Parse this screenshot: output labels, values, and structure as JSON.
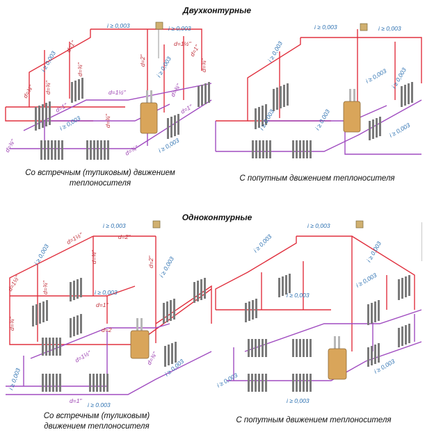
{
  "headings": {
    "double": "Двухконтурные",
    "single": "Одноконтурные"
  },
  "captions": {
    "tl_line1": "Со встречным (тупиковым) движением",
    "tl_line2": "теплоносителя",
    "tr": "С попутным движением теплоносителя",
    "bl_line1": "Со встречным (туликовым)",
    "bl_line2": "движением теплоносителя",
    "br": "С попутным движением теплоносителя"
  },
  "labels": {
    "slope": "i ≥ 0,003",
    "d1": "d=1\"",
    "d34": "d=¾\"",
    "d112": "d=1½\"",
    "d2": "d=2\"",
    "d2b": "d=2"
  },
  "colors": {
    "supply": "#e0303e",
    "return": "#a04cc0",
    "annotation": "#2a6fb0",
    "radiator": "#7b7b7b",
    "boiler": "#d9a55a"
  }
}
